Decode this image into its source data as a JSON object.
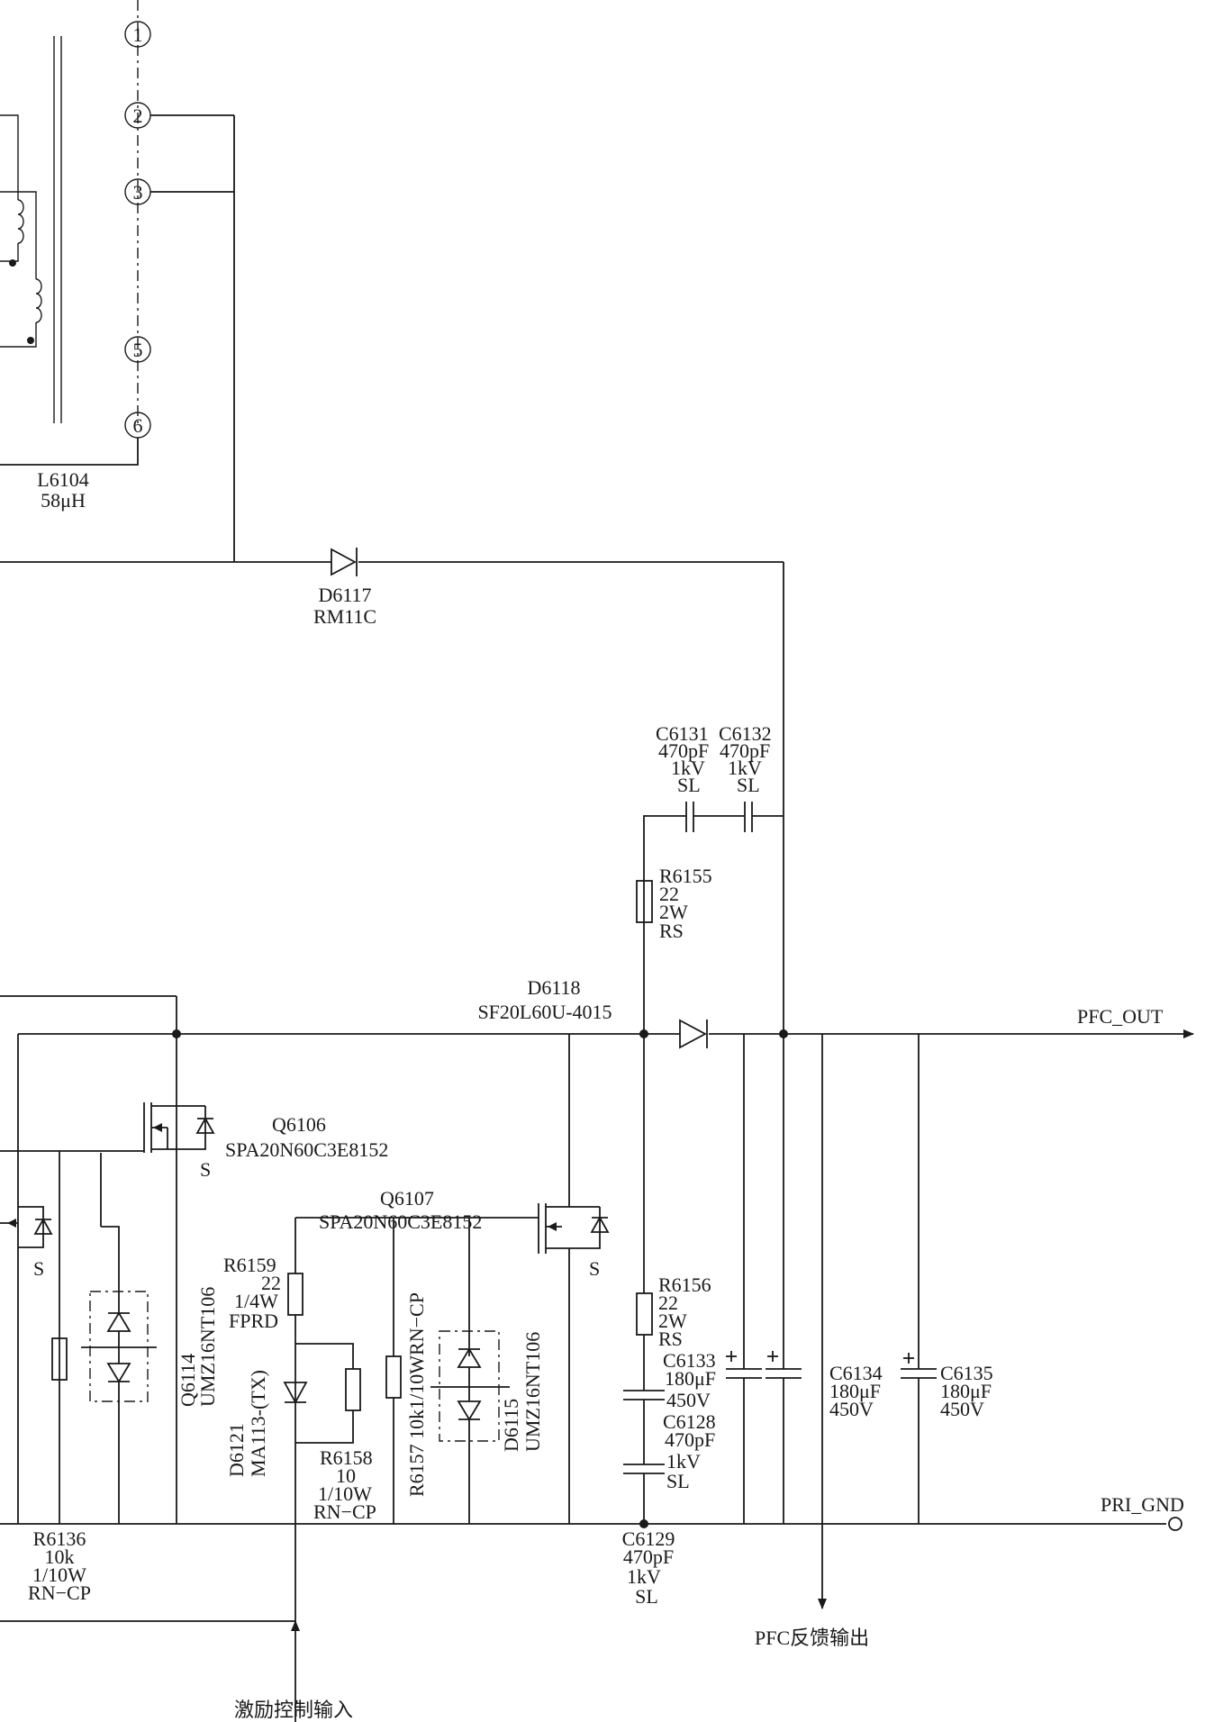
{
  "pins": [
    "1",
    "2",
    "3",
    "5",
    "6"
  ],
  "inductor": {
    "ref": "L6104",
    "value": "58μH"
  },
  "d6117": {
    "ref": "D6117",
    "part": "RM11C"
  },
  "c6131": {
    "ref": "C6131",
    "value": "470pF",
    "voltage": "1kV",
    "type": "SL"
  },
  "c6132": {
    "ref": "C6132",
    "value": "470pF",
    "voltage": "1kV",
    "type": "SL"
  },
  "r6155": {
    "ref": "R6155",
    "value": "22",
    "power": "2W",
    "type": "RS"
  },
  "d6118": {
    "ref": "D6118",
    "part": "SF20L60U-4015"
  },
  "pfc_out": "PFC_OUT",
  "q6106": {
    "ref": "Q6106",
    "part": "SPA20N60C3E8152",
    "pin": "S"
  },
  "q6107": {
    "ref": "Q6107",
    "part": "SPA20N60C3E8152",
    "pin": "S"
  },
  "left_mos_pin": "S",
  "r6159": {
    "ref": "R6159",
    "value": "22",
    "power": "1/4W",
    "type": "FPRD"
  },
  "q6114": {
    "ref": "Q6114",
    "part": "UMZ16NT106"
  },
  "d6121": {
    "ref": "D6121",
    "part": "MA113-(TX)"
  },
  "r6158": {
    "ref": "R6158",
    "value": "10",
    "power": "1/10W",
    "type": "RN−CP"
  },
  "r6157": {
    "label": "R6157 10k1/10WRN−CP"
  },
  "d6115": {
    "ref": "D6115",
    "part": "UMZ16NT106"
  },
  "r6156": {
    "ref": "R6156",
    "value": "22",
    "power": "2W",
    "type": "RS"
  },
  "c6133": {
    "ref": "C6133",
    "value": "180μF",
    "voltage": "450V"
  },
  "c6128": {
    "ref": "C6128",
    "value": "470pF",
    "voltage": "1kV",
    "type": "SL"
  },
  "c6134": {
    "ref": "C6134",
    "value": "180μF",
    "voltage": "450V"
  },
  "c6135": {
    "ref": "C6135",
    "value": "180μF",
    "voltage": "450V"
  },
  "pri_gnd": "PRI_GND",
  "r6136": {
    "ref": "R6136",
    "value": "10k",
    "power": "1/10W",
    "type": "RN−CP"
  },
  "c6129": {
    "ref": "C6129",
    "value": "470pF",
    "voltage": "1kV",
    "type": "SL"
  },
  "pfc_feedback": "PFC反馈输出",
  "drive_input": "激励控制输入"
}
